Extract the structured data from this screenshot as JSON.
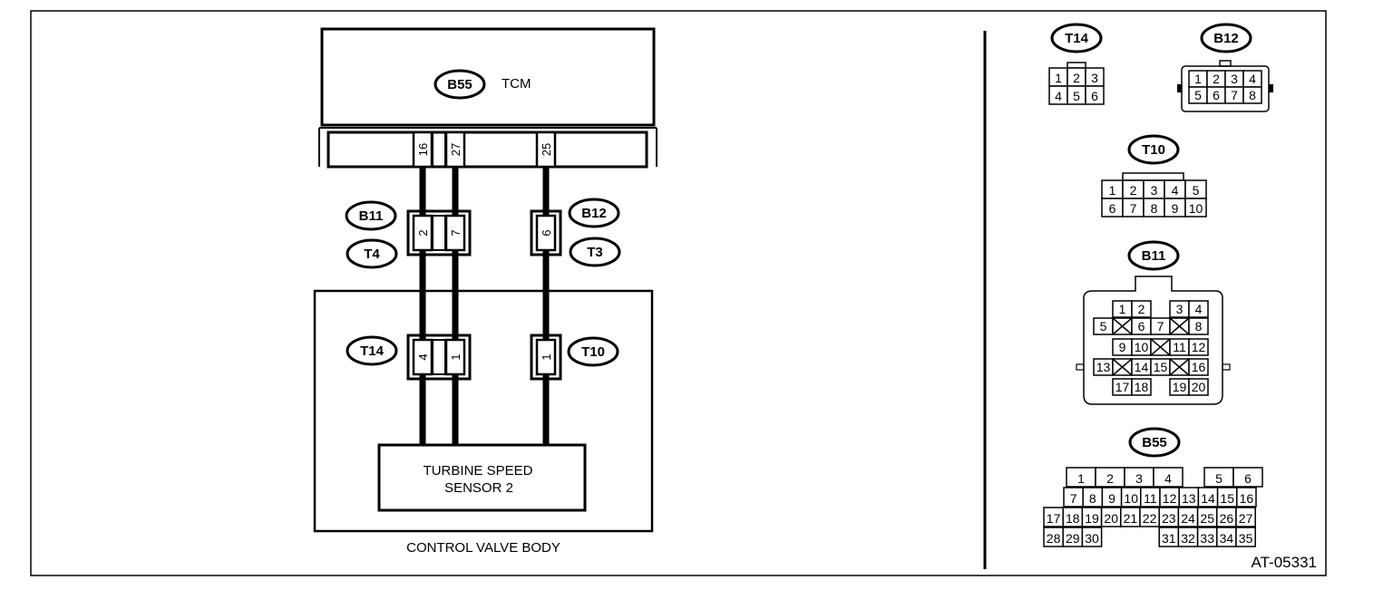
{
  "diagram": {
    "tcm": {
      "connector": "B55",
      "label": "TCM"
    },
    "tcm_pins": [
      "16",
      "27",
      "25"
    ],
    "joint_left": {
      "connector_top": "B11",
      "connector_bottom": "T4",
      "pins": [
        "2",
        "7"
      ]
    },
    "joint_right": {
      "connector_top": "B12",
      "connector_bottom": "T3",
      "pin": "6"
    },
    "valve_body": {
      "label": "CONTROL VALVE BODY",
      "left_connector": {
        "name": "T14",
        "pins": [
          "4",
          "1"
        ]
      },
      "right_connector": {
        "name": "T10",
        "pin": "1"
      },
      "sensor": {
        "line1": "TURBINE SPEED",
        "line2": "SENSOR 2"
      }
    },
    "figure_id": "AT-05331"
  },
  "pinouts": {
    "T14": {
      "name": "T14",
      "rows": [
        [
          "1",
          "2",
          "3"
        ],
        [
          "4",
          "5",
          "6"
        ]
      ]
    },
    "B12": {
      "name": "B12",
      "rows": [
        [
          "1",
          "2",
          "3",
          "4"
        ],
        [
          "5",
          "6",
          "7",
          "8"
        ]
      ]
    },
    "T10": {
      "name": "T10",
      "rows": [
        [
          "1",
          "2",
          "3",
          "4",
          "5"
        ],
        [
          "6",
          "7",
          "8",
          "9",
          "10"
        ]
      ]
    },
    "B11": {
      "name": "B11",
      "cells": [
        "1",
        "2",
        "3",
        "4",
        "5",
        "6",
        "7",
        "8",
        "9",
        "10",
        "11",
        "12",
        "13",
        "14",
        "15",
        "16",
        "17",
        "18",
        "19",
        "20"
      ]
    },
    "B55": {
      "name": "B55",
      "row1": [
        "1",
        "2",
        "3",
        "4",
        "5",
        "6"
      ],
      "row2": [
        "7",
        "8",
        "9",
        "10",
        "11",
        "12",
        "13",
        "14",
        "15",
        "16"
      ],
      "row3": [
        "17",
        "18",
        "19",
        "20",
        "21",
        "22",
        "23",
        "24",
        "25",
        "26",
        "27"
      ],
      "row4": [
        "28",
        "29",
        "30",
        "31",
        "32",
        "33",
        "34",
        "35"
      ]
    }
  }
}
